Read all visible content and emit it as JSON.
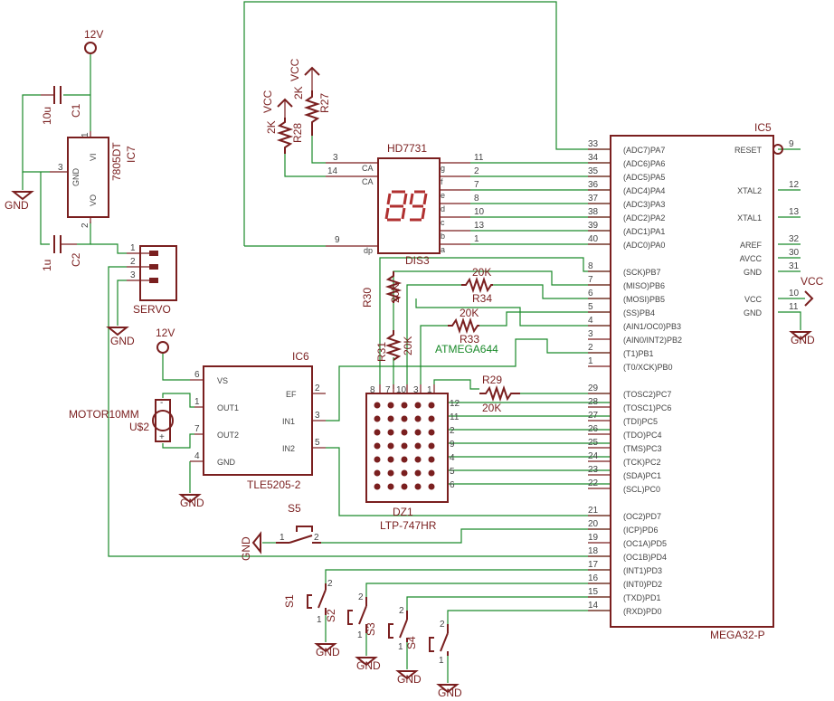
{
  "power": {
    "v12": "12V",
    "vcc": "VCC",
    "gnd": "GND"
  },
  "regulator": {
    "name": "IC7",
    "value": "7805DT",
    "pins": {
      "vi": "VI",
      "gnd": "GND",
      "vo": "VO"
    },
    "pin_numbers": [
      "1",
      "3",
      "2"
    ]
  },
  "capacitors": [
    {
      "name": "C1",
      "value": "10u"
    },
    {
      "name": "C2",
      "value": "1u"
    }
  ],
  "servo": {
    "label": "SERVO",
    "pins": [
      "1",
      "2",
      "3"
    ]
  },
  "resistors": [
    {
      "name": "R28",
      "value": "2K"
    },
    {
      "name": "R27",
      "value": "2K"
    },
    {
      "name": "R30",
      "value": "20K"
    },
    {
      "name": "R31",
      "value": "20K"
    },
    {
      "name": "R34",
      "value": "20K"
    },
    {
      "name": "R33",
      "value": "20K"
    },
    {
      "name": "R29",
      "value": "20K"
    }
  ],
  "display": {
    "name": "DIS3",
    "value": "HD7731",
    "left_pins": [
      {
        "num": "3",
        "sig": "CA"
      },
      {
        "num": "14",
        "sig": "CA"
      },
      {
        "num": "9",
        "sig": "dp"
      }
    ],
    "right_pins": [
      {
        "num": "11",
        "sig": "g"
      },
      {
        "num": "2",
        "sig": "f"
      },
      {
        "num": "7",
        "sig": "e"
      },
      {
        "num": "8",
        "sig": "d"
      },
      {
        "num": "10",
        "sig": "c"
      },
      {
        "num": "13",
        "sig": "b"
      },
      {
        "num": "1",
        "sig": "a"
      }
    ]
  },
  "mcu": {
    "name": "IC5",
    "value": "MEGA32-P",
    "pins_a": [
      {
        "num": "33",
        "label": "(ADC7)PA7"
      },
      {
        "num": "34",
        "label": "(ADC6)PA6"
      },
      {
        "num": "35",
        "label": "(ADC5)PA5"
      },
      {
        "num": "36",
        "label": "(ADC4)PA4"
      },
      {
        "num": "37",
        "label": "(ADC3)PA3"
      },
      {
        "num": "38",
        "label": "(ADC2)PA2"
      },
      {
        "num": "39",
        "label": "(ADC1)PA1"
      },
      {
        "num": "40",
        "label": "(ADC0)PA0"
      }
    ],
    "pins_b": [
      {
        "num": "8",
        "label": "(SCK)PB7"
      },
      {
        "num": "7",
        "label": "(MISO)PB6"
      },
      {
        "num": "6",
        "label": "(MOSI)PB5"
      },
      {
        "num": "5",
        "label": "(SS)PB4"
      },
      {
        "num": "4",
        "label": "(AIN1/OC0)PB3"
      },
      {
        "num": "3",
        "label": "(AIN0/INT2)PB2"
      },
      {
        "num": "2",
        "label": "(T1)PB1"
      },
      {
        "num": "1",
        "label": "(T0/XCK)PB0"
      }
    ],
    "pins_c": [
      {
        "num": "29",
        "label": "(TOSC2)PC7"
      },
      {
        "num": "28",
        "label": "(TOSC1)PC6"
      },
      {
        "num": "27",
        "label": "(TDI)PC5"
      },
      {
        "num": "26",
        "label": "(TDO)PC4"
      },
      {
        "num": "25",
        "label": "(TMS)PC3"
      },
      {
        "num": "24",
        "label": "(TCK)PC2"
      },
      {
        "num": "23",
        "label": "(SDA)PC1"
      },
      {
        "num": "22",
        "label": "(SCL)PC0"
      }
    ],
    "pins_d": [
      {
        "num": "21",
        "label": "(OC2)PD7"
      },
      {
        "num": "20",
        "label": "(ICP)PD6"
      },
      {
        "num": "19",
        "label": "(OC1A)PD5"
      },
      {
        "num": "18",
        "label": "(OC1B)PD4"
      },
      {
        "num": "17",
        "label": "(INT1)PD3"
      },
      {
        "num": "16",
        "label": "(INT0)PD2"
      },
      {
        "num": "15",
        "label": "(TXD)PD1"
      },
      {
        "num": "14",
        "label": "(RXD)PD0"
      }
    ],
    "pins_right": [
      {
        "num": "9",
        "label": "RESET"
      },
      {
        "num": "12",
        "label": "XTAL2"
      },
      {
        "num": "13",
        "label": "XTAL1"
      },
      {
        "num": "32",
        "label": "AREF"
      },
      {
        "num": "30",
        "label": "AVCC"
      },
      {
        "num": "31",
        "label": "GND"
      },
      {
        "num": "10",
        "label": "VCC"
      },
      {
        "num": "11",
        "label": "GND"
      }
    ]
  },
  "mcu_alias": "ATMEGA644",
  "driver": {
    "name": "IC6",
    "value": "TLE5205-2",
    "left_pins": [
      {
        "num": "6",
        "label": "VS"
      },
      {
        "num": "1",
        "label": "OUT1"
      },
      {
        "num": "7",
        "label": "OUT2"
      },
      {
        "num": "4",
        "label": "GND"
      }
    ],
    "right_pins": [
      {
        "num": "2",
        "label": "EF"
      },
      {
        "num": "3",
        "label": "IN1"
      },
      {
        "num": "5",
        "label": "IN2"
      }
    ]
  },
  "motor": {
    "label": "MOTOR10MM",
    "name": "U$2",
    "plus": "+",
    "minus": "-"
  },
  "matrix": {
    "name": "DZ1",
    "value": "LTP-747HR",
    "top_pins": [
      "8",
      "7",
      "10",
      "3",
      "1"
    ],
    "left_pins": [
      "12",
      "11",
      "2",
      "9",
      "4",
      "5",
      "6"
    ],
    "rows": 7,
    "cols": 5
  },
  "switches": [
    {
      "name": "S5",
      "pins": [
        "1",
        "2"
      ]
    },
    {
      "name": "S1",
      "pins": [
        "1",
        "2"
      ]
    },
    {
      "name": "S2",
      "pins": [
        "1",
        "2"
      ]
    },
    {
      "name": "S3",
      "pins": [
        "1",
        "2"
      ]
    },
    {
      "name": "S4",
      "pins": [
        "1",
        "2"
      ]
    }
  ]
}
